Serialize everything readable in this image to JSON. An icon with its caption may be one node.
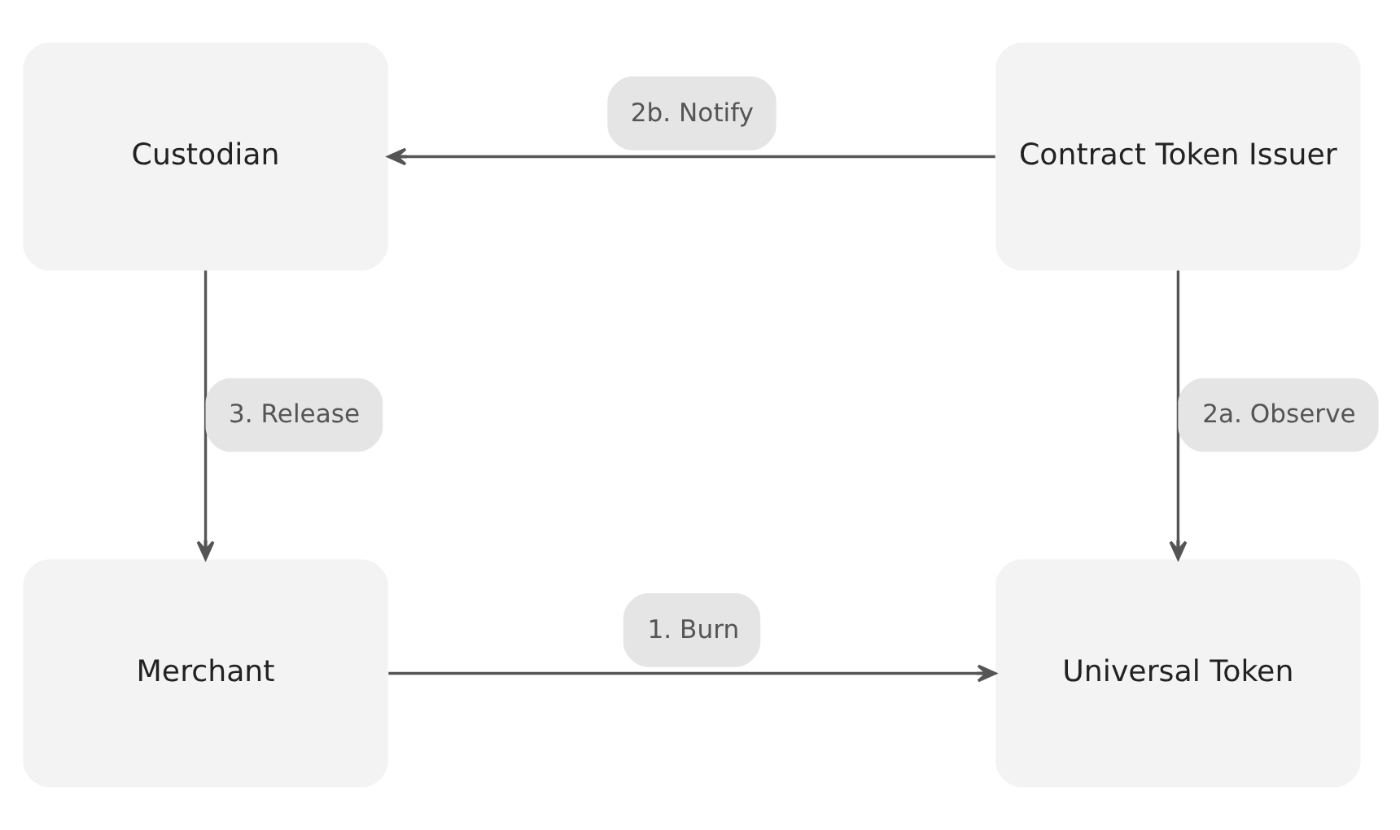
{
  "diagram": {
    "nodes": [
      {
        "text": [
          "Custodian"
        ]
      },
      {
        "text": [
          "Contract Token Issuer"
        ]
      },
      {
        "text": [
          "Merchant"
        ]
      },
      {
        "text": [
          "Universal Token"
        ]
      }
    ],
    "edges": [
      {
        "from": 2,
        "to": 3,
        "label": "1. Burn",
        "arrow": "to"
      },
      {
        "from": 1,
        "to": 3,
        "label": "2a. Observe",
        "arrow": "to"
      },
      {
        "from": 1,
        "to": 0,
        "label": "2b. Notify",
        "arrow": "to"
      },
      {
        "from": 0,
        "to": 2,
        "label": "3. Release",
        "arrow": "to"
      }
    ]
  }
}
